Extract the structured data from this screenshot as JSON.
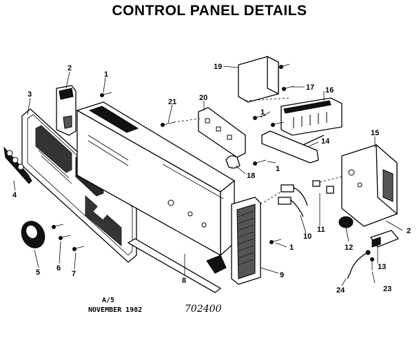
{
  "title": "CONTROL PANEL DETAILS",
  "footer": {
    "code": "A/5",
    "date": "NOVEMBER 1982",
    "drawing_number": "702400"
  },
  "callouts": [
    {
      "id": "1"
    },
    {
      "id": "2"
    },
    {
      "id": "3"
    },
    {
      "id": "4"
    },
    {
      "id": "5"
    },
    {
      "id": "6"
    },
    {
      "id": "7"
    },
    {
      "id": "8"
    },
    {
      "id": "9"
    },
    {
      "id": "10"
    },
    {
      "id": "11"
    },
    {
      "id": "12"
    },
    {
      "id": "13"
    },
    {
      "id": "14"
    },
    {
      "id": "15"
    },
    {
      "id": "16"
    },
    {
      "id": "17"
    },
    {
      "id": "18"
    },
    {
      "id": "19"
    },
    {
      "id": "20"
    },
    {
      "id": "21"
    },
    {
      "id": "23"
    },
    {
      "id": "24"
    }
  ]
}
